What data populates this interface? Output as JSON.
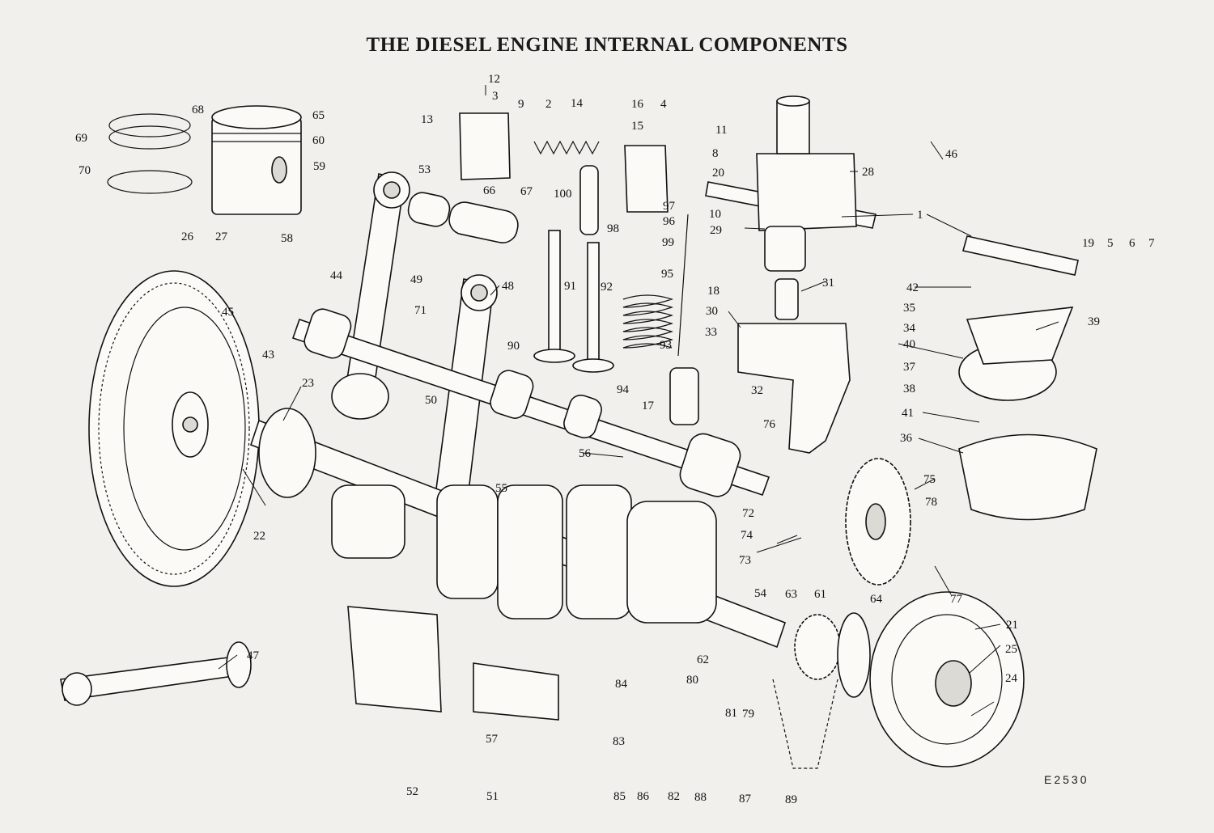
{
  "title": "THE DIESEL ENGINE INTERNAL COMPONENTS",
  "reference": "E2530",
  "labels": [
    "1",
    "2",
    "3",
    "4",
    "5",
    "6",
    "7",
    "8",
    "9",
    "10",
    "11",
    "12",
    "13",
    "14",
    "15",
    "16",
    "17",
    "18",
    "19",
    "20",
    "21",
    "22",
    "23",
    "24",
    "25",
    "26",
    "27",
    "28",
    "29",
    "30",
    "31",
    "32",
    "33",
    "34",
    "35",
    "36",
    "37",
    "38",
    "39",
    "40",
    "41",
    "42",
    "43",
    "44",
    "45",
    "46",
    "47",
    "48",
    "49",
    "50",
    "51",
    "52",
    "53",
    "54",
    "55",
    "56",
    "57",
    "58",
    "59",
    "60",
    "61",
    "62",
    "63",
    "64",
    "65",
    "66",
    "67",
    "68",
    "69",
    "70",
    "71",
    "72",
    "73",
    "74",
    "75",
    "76",
    "77",
    "78",
    "79",
    "80",
    "81",
    "82",
    "83",
    "84",
    "85",
    "86",
    "87",
    "88",
    "89",
    "90",
    "91",
    "92",
    "93",
    "94",
    "95",
    "96",
    "97",
    "98",
    "99",
    "100"
  ]
}
